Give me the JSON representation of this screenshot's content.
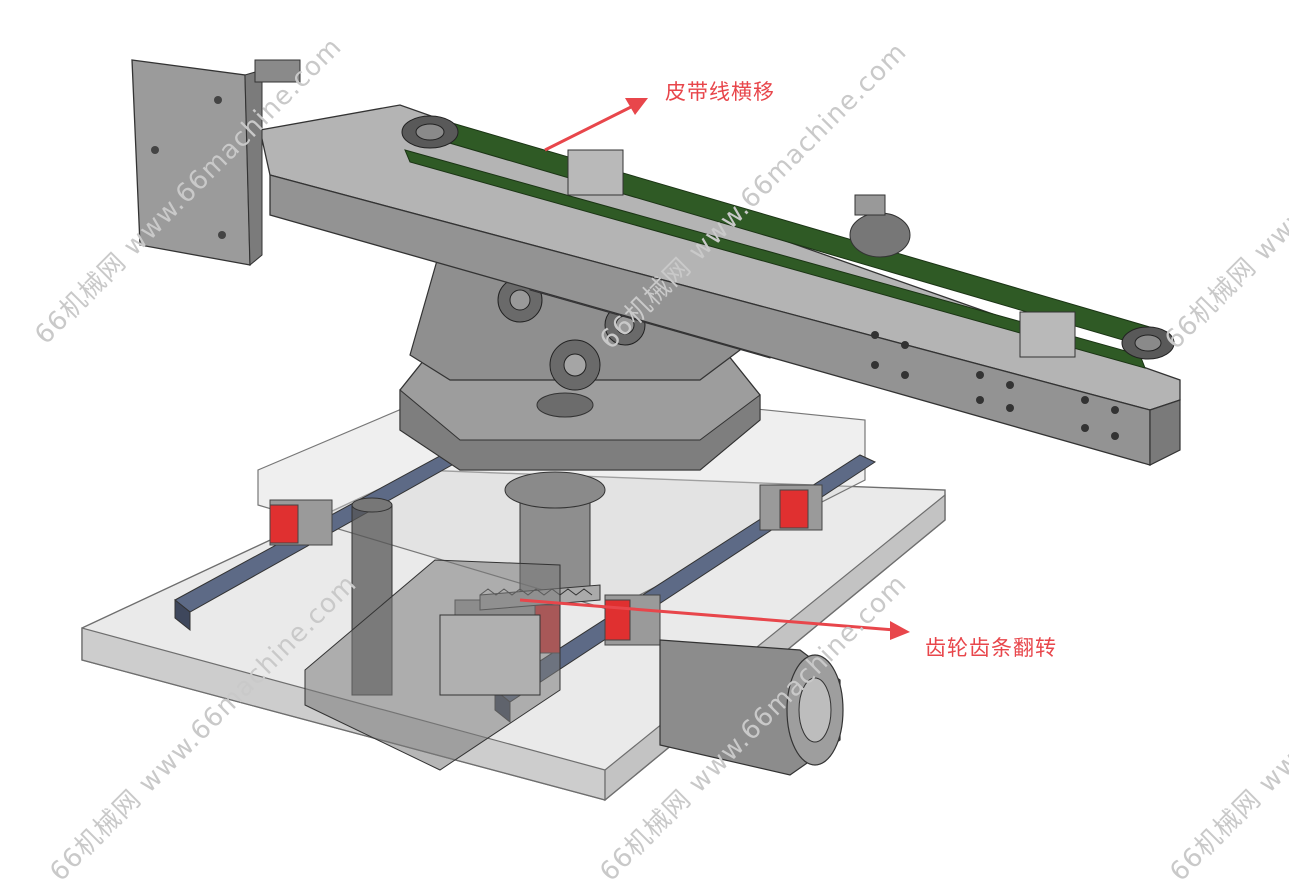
{
  "callouts": {
    "belt_traverse": "皮带线横移",
    "gear_rack_flip": "齿轮齿条翻转"
  },
  "watermark": {
    "text": "66机械网 www.66machine.com",
    "color": "#c9c9c9"
  },
  "colors": {
    "callout_red": "#e8464b",
    "belt_green": "#2f5a25",
    "steel_gray": "#8c8c8c",
    "purple_plate": "#8a7aa8",
    "red_block": "#e03030",
    "rail_blue": "#5d6a86"
  }
}
